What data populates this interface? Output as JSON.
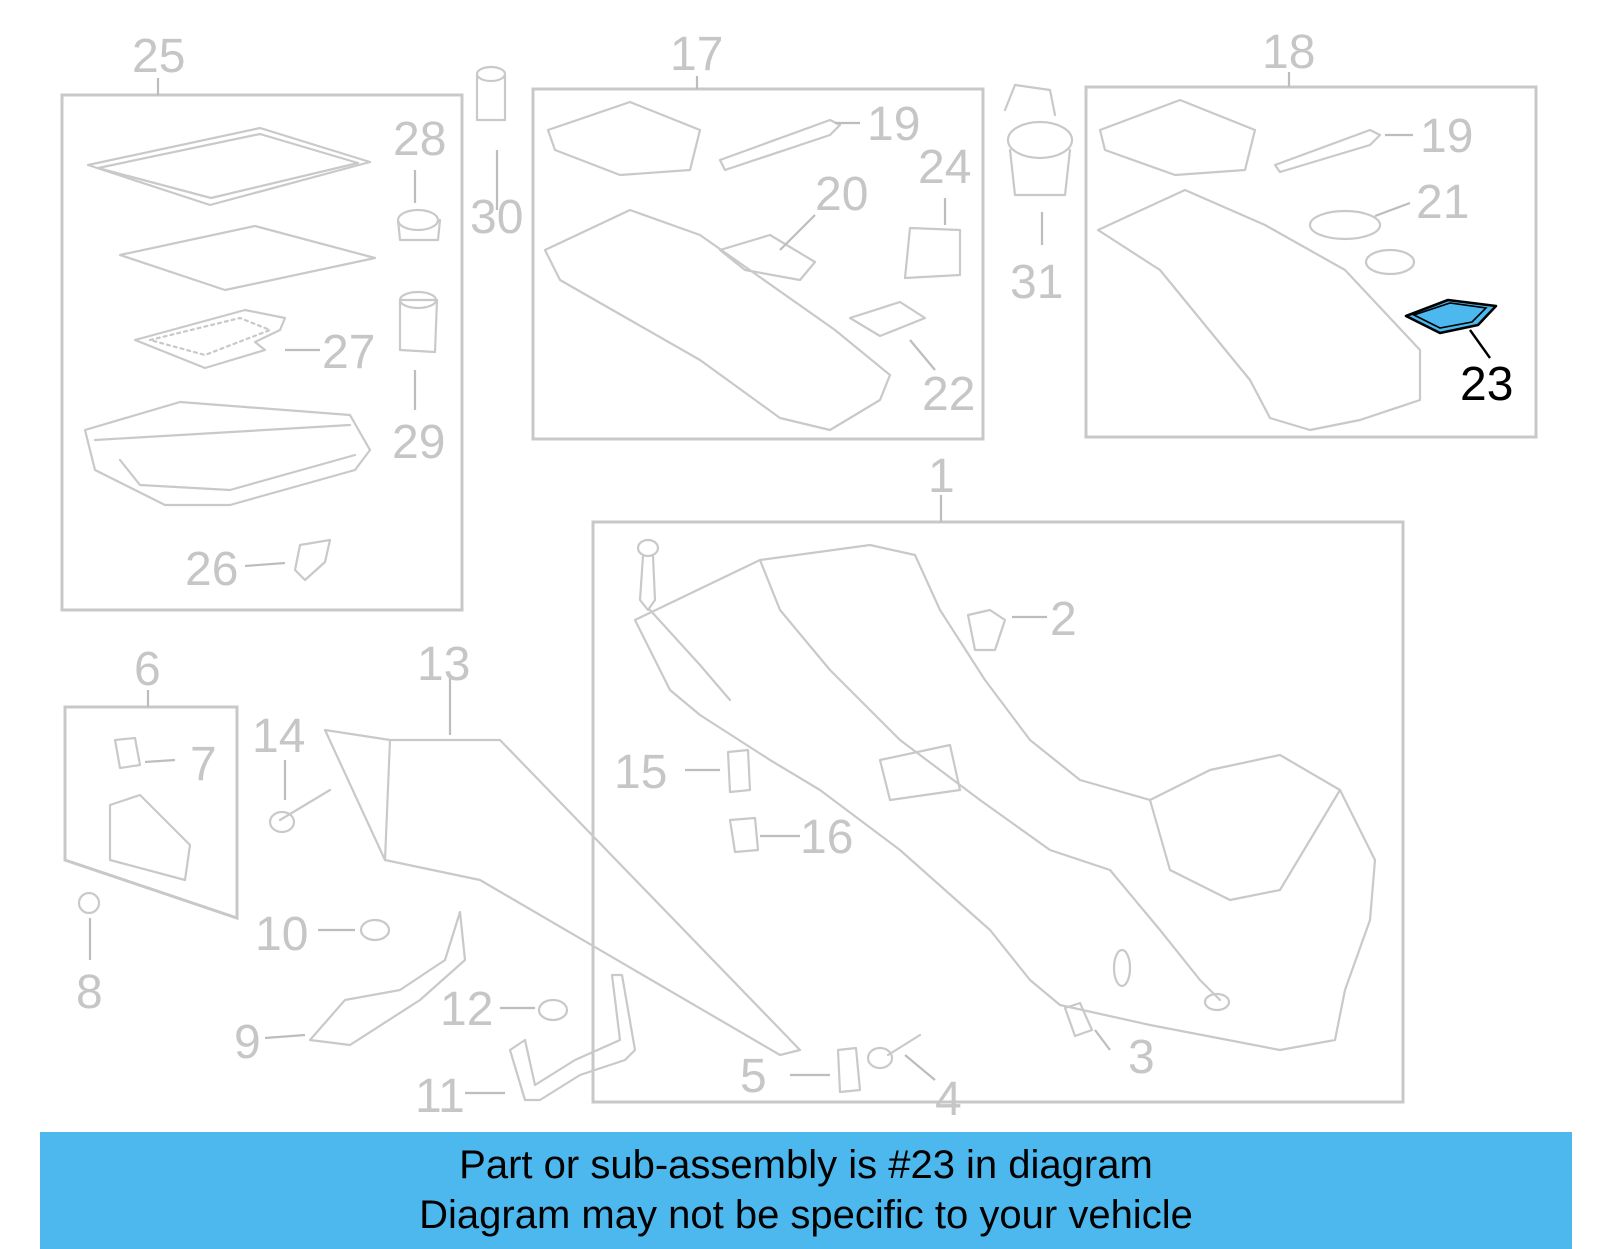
{
  "diagram": {
    "labels": {
      "l1": "1",
      "l2": "2",
      "l3": "3",
      "l4": "4",
      "l5": "5",
      "l6": "6",
      "l7": "7",
      "l8": "8",
      "l9": "9",
      "l10": "10",
      "l11": "11",
      "l12": "12",
      "l13": "13",
      "l14": "14",
      "l15": "15",
      "l16": "16",
      "l17": "17",
      "l18": "18",
      "l19a": "19",
      "l19b": "19",
      "l20": "20",
      "l21": "21",
      "l22": "22",
      "l23": "23",
      "l24": "24",
      "l25": "25",
      "l26": "26",
      "l27": "27",
      "l28": "28",
      "l29": "29",
      "l30": "30",
      "l31": "31"
    },
    "highlight_color": "#4cb8ee"
  },
  "banner": {
    "line1": "Part or sub-assembly is #23 in diagram",
    "line2": "Diagram may not be specific to your vehicle",
    "color": "#4cb8ee"
  }
}
